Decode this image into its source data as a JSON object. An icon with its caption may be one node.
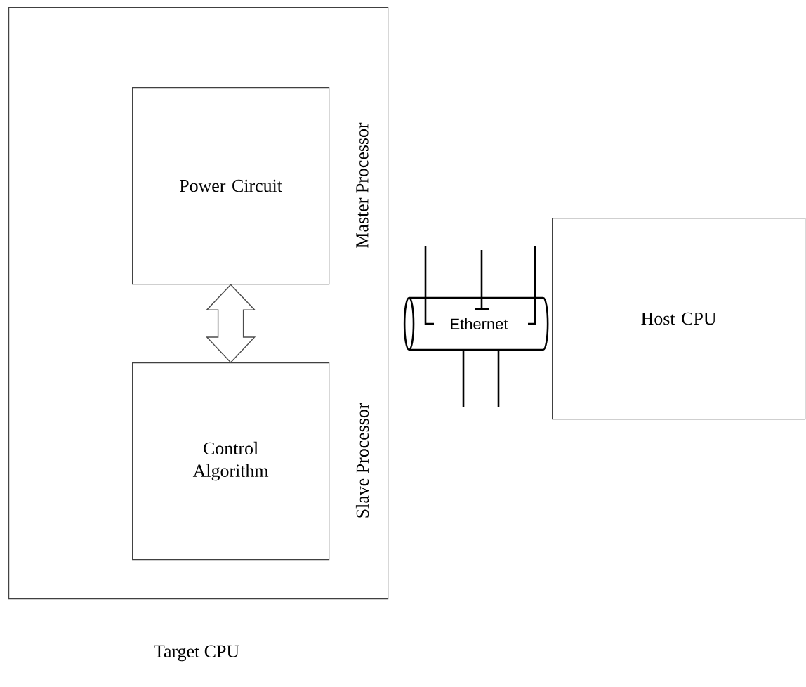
{
  "diagram": {
    "nodes": [
      {
        "text": [
          "Target CPU"
        ]
      },
      {
        "text": [
          "Power Circuit"
        ],
        "in": 0,
        "beside": [
          "Master Processor"
        ]
      },
      {
        "text": [
          "Control Algorithm"
        ],
        "in": 0,
        "beside": [
          "Slave Processor"
        ]
      },
      {
        "text": [
          "Ethernet"
        ]
      },
      {
        "text": [
          "Host CPU"
        ]
      }
    ],
    "edges": [
      {
        "from": 1,
        "to": 2,
        "arrow": "both"
      }
    ]
  }
}
